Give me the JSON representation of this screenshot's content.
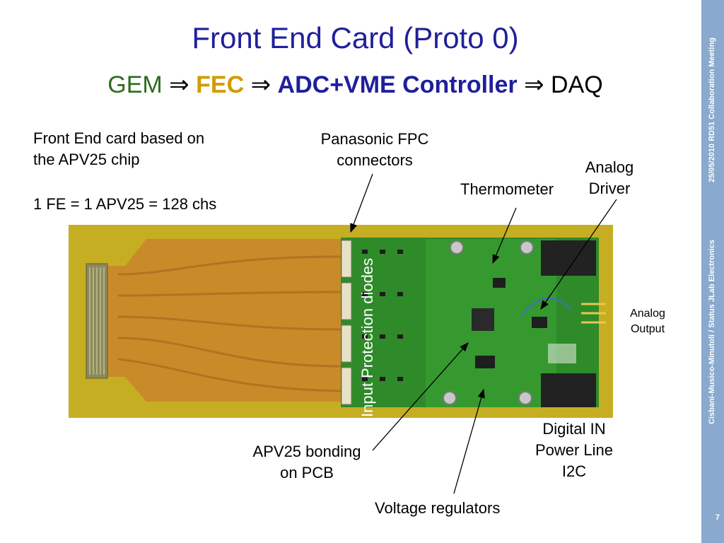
{
  "slide": {
    "title": "Front End Card (Proto 0)",
    "flow": {
      "gem": "GEM",
      "arrow": "⇒",
      "fec": "FEC",
      "adc": "ADC+VME Controller",
      "daq": "DAQ"
    },
    "intro": {
      "line1": "Front End card based on",
      "line2": "the APV25 chip",
      "line3": "1 FE = 1 APV25 = 128 chs"
    },
    "labels": {
      "panasonic1": "Panasonic FPC",
      "panasonic2": "connectors",
      "thermometer": "Thermometer",
      "analog_driver1": "Analog",
      "analog_driver2": "Driver",
      "analog_output1": "Analog",
      "analog_output2": "Output",
      "input_protection": "Input Protection diodes",
      "apv_bonding1": "APV25 bonding",
      "apv_bonding2": "on PCB",
      "digital_in1": "Digital IN",
      "digital_in2": "Power Line",
      "digital_in3": "I2C",
      "voltage_regulators": "Voltage regulators"
    },
    "sidebar": {
      "meeting": "25/05/2010 RD51 Collaboration Meeting",
      "authors": "Cisbani-Musico-Minutoli / Status JLab Electronics",
      "page": "7"
    }
  }
}
